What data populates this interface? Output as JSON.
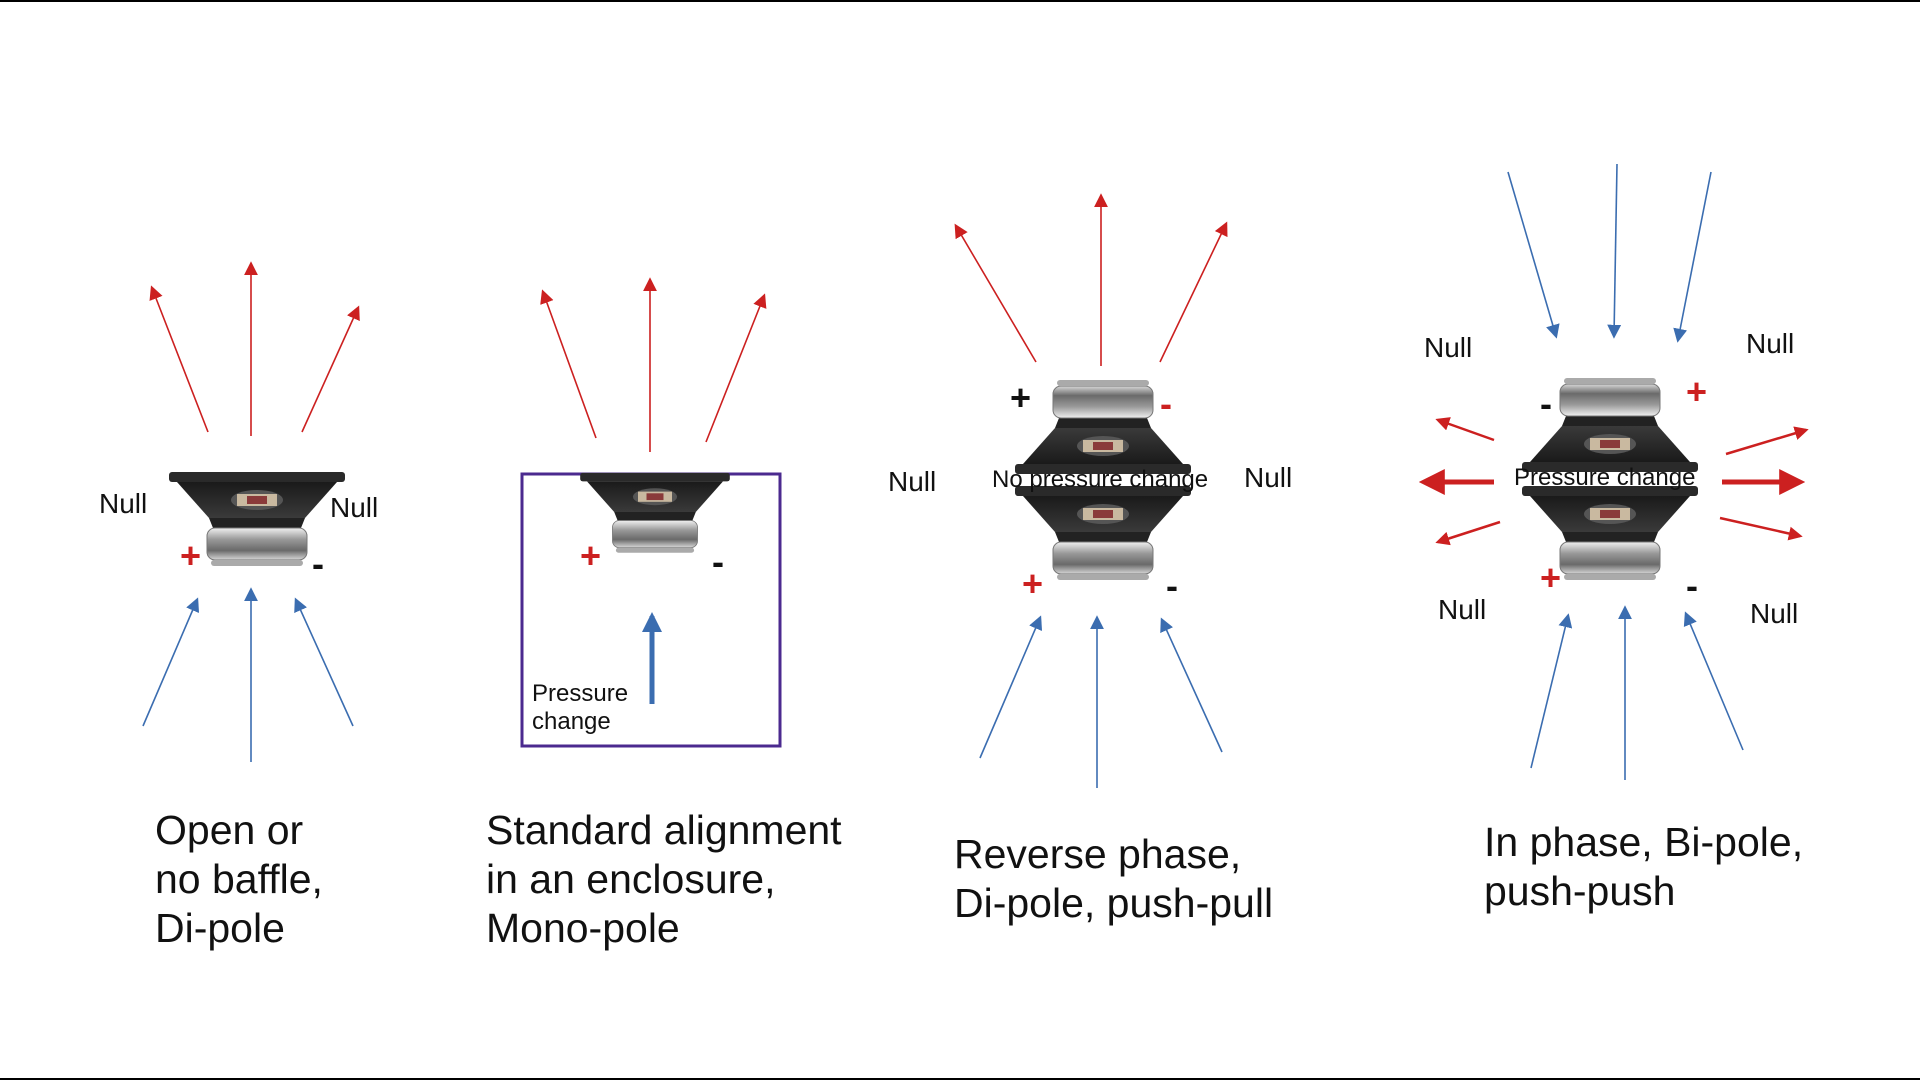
{
  "colors": {
    "up_arrow": "#cc2020",
    "down_arrow": "#3b6db0",
    "plus_sign": "#cc2020",
    "enclosure": "#4b2a8f"
  },
  "icons": [
    "speaker-driver-icon",
    "arrow-icon"
  ],
  "labels": {
    "null": "Null",
    "plus": "+",
    "minus": "-",
    "pressure_change": "Pressure change",
    "no_pressure_change": "No pressure change"
  },
  "panels": [
    {
      "caption": [
        "Open or",
        "no baffle,",
        "Di-pole"
      ]
    },
    {
      "caption": [
        "Standard alignment",
        "in an enclosure,",
        "Mono-pole"
      ],
      "inside_label": [
        "Pressure",
        "change"
      ]
    },
    {
      "caption": [
        "Reverse phase,",
        "Di-pole, push-pull"
      ],
      "center_label": "No pressure change"
    },
    {
      "caption": [
        "In phase, Bi-pole,",
        "push-push"
      ],
      "center_label": "Pressure change"
    }
  ]
}
